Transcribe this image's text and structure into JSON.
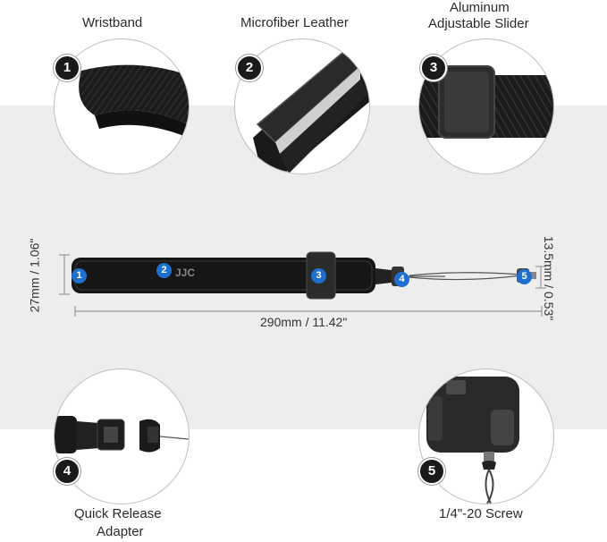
{
  "features": [
    {
      "number": "1",
      "label": "Wristband"
    },
    {
      "number": "2",
      "label": "Microfiber Leather"
    },
    {
      "number": "3",
      "label_line1": "Aluminum",
      "label_line2": "Adjustable Slider"
    },
    {
      "number": "4",
      "label_line1": "Quick Release",
      "label_line2": "Adapter"
    },
    {
      "number": "5",
      "label": "1/4\"-20 Screw"
    }
  ],
  "strap": {
    "badges": [
      "1",
      "2",
      "3",
      "4",
      "5"
    ],
    "logo": "JJC",
    "height_dim": "27mm / 1.06\"",
    "length_dim": "290mm / 11.42\"",
    "cord_dim": "13.5mm / 0.53\""
  }
}
